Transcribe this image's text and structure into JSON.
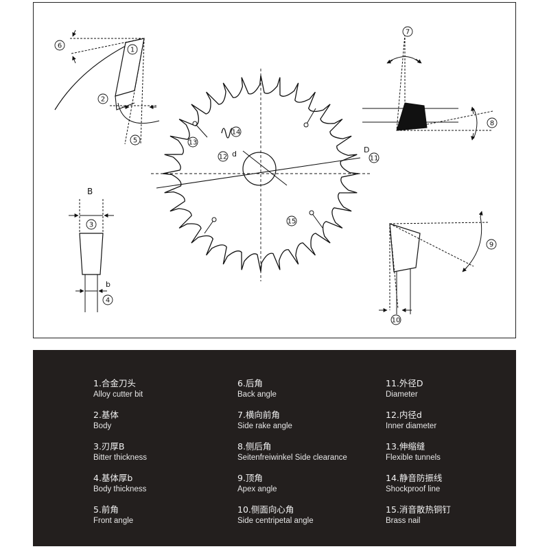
{
  "diagram": {
    "labels": {
      "B": "B",
      "b": "b",
      "d": "d",
      "D": "D"
    },
    "numbers": [
      "1",
      "2",
      "3",
      "4",
      "5",
      "6",
      "7",
      "8",
      "9",
      "10",
      "11",
      "12",
      "13",
      "14",
      "15"
    ]
  },
  "legend": {
    "items": [
      {
        "num_zh": "1.合金刀头",
        "en": "Alloy cutter bit"
      },
      {
        "num_zh": "2.基体",
        "en": "Body"
      },
      {
        "num_zh": "3.刃厚B",
        "en": "Bitter thickness"
      },
      {
        "num_zh": "4.基体厚b",
        "en": "Body thickness"
      },
      {
        "num_zh": "5.前角",
        "en": "Front angle"
      },
      {
        "num_zh": "6.后角",
        "en": "Back angle"
      },
      {
        "num_zh": "7.横向前角",
        "en": "Side rake angle"
      },
      {
        "num_zh": "8.侧后角",
        "en": "Seitenfreiwinkel Side clearance"
      },
      {
        "num_zh": "9.顶角",
        "en": "Apex angle"
      },
      {
        "num_zh": "10.侧面向心角",
        "en": "Side centripetal angle"
      },
      {
        "num_zh": "11.外径D",
        "en": "Diameter"
      },
      {
        "num_zh": "12.内径d",
        "en": "Inner diameter"
      },
      {
        "num_zh": "13.伸缩缝",
        "en": "Flexible tunnels"
      },
      {
        "num_zh": "14.静音防振线",
        "en": "Shockproof line"
      },
      {
        "num_zh": "15.消音散热铜钉",
        "en": "Brass nail"
      }
    ]
  }
}
